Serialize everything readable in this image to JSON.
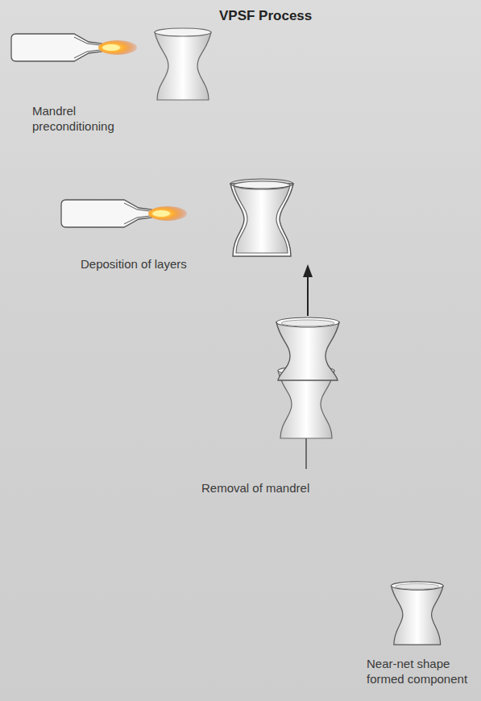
{
  "diagram": {
    "title": "VPSF Process",
    "labels": [
      "Mandrel preconditioning",
      "Deposition of layers",
      "Removal of mandrel",
      "Near-net shape formed component"
    ]
  }
}
